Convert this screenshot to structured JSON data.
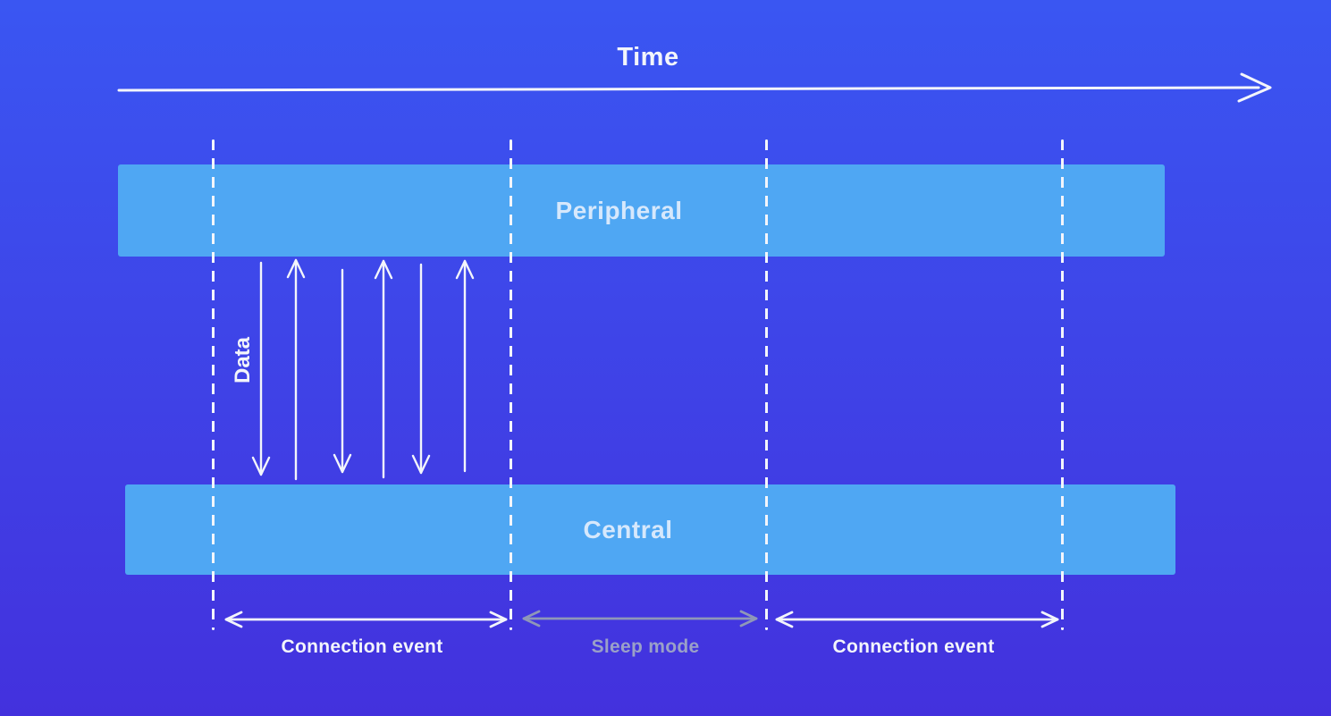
{
  "diagram": {
    "time_label": "Time",
    "peripheral_label": "Peripheral",
    "central_label": "Central",
    "data_label": "Data",
    "intervals": [
      {
        "label": "Connection event",
        "state": "active"
      },
      {
        "label": "Sleep mode",
        "state": "sleep"
      },
      {
        "label": "Connection event",
        "state": "active"
      }
    ],
    "colors": {
      "background_top": "#3A56F2",
      "background_bottom": "#4331DD",
      "bar_fill": "#4FA7F3",
      "bar_label_text": "#D6E8FC",
      "line_white": "#F3F5FB",
      "sleep_arrow": "#8F97B8",
      "sleep_text": "#9AA0C8"
    }
  }
}
